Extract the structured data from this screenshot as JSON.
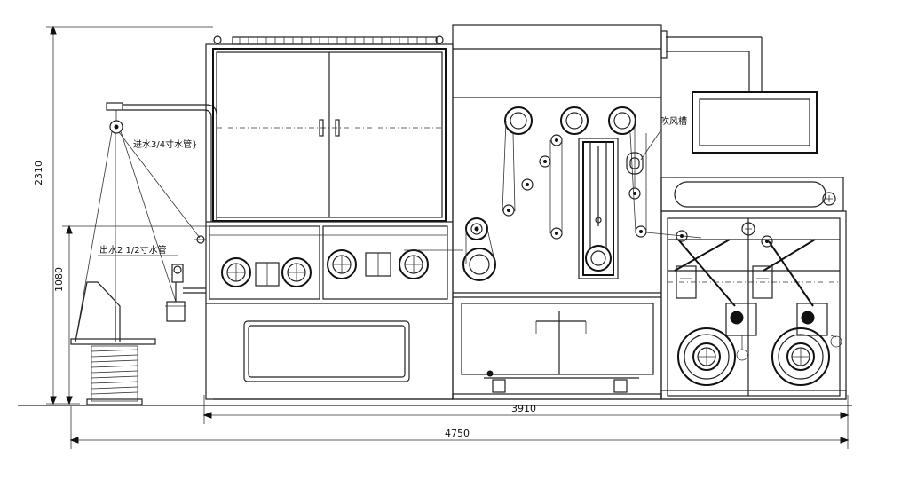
{
  "dimensions": {
    "overall_height": "2310",
    "lower_height": "1080",
    "inner_width": "3910",
    "overall_width": "4750"
  },
  "labels": {
    "water_inlet": "进水3/4寸水管}",
    "water_outlet": "出水2 1/2寸水管",
    "blower": "吹风槽"
  },
  "colors": {
    "line": "#222222",
    "background": "#ffffff"
  }
}
